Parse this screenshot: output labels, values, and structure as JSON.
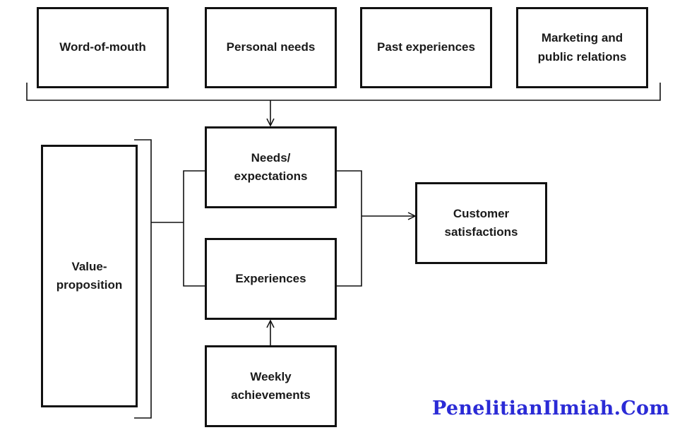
{
  "top_factors": [
    "Word-of-mouth",
    "Personal needs",
    "Past experiences",
    "Marketing and\npublic relations"
  ],
  "center": {
    "needs": "Needs/\nexpectations",
    "experiences": "Experiences"
  },
  "left": {
    "value_proposition": "Value-\nproposition"
  },
  "bottom": {
    "weekly": "Weekly\nachievements"
  },
  "result": {
    "satisfaction": "Customer\nsatisfactions"
  },
  "watermark": "PenelitianIlmiah.Com"
}
